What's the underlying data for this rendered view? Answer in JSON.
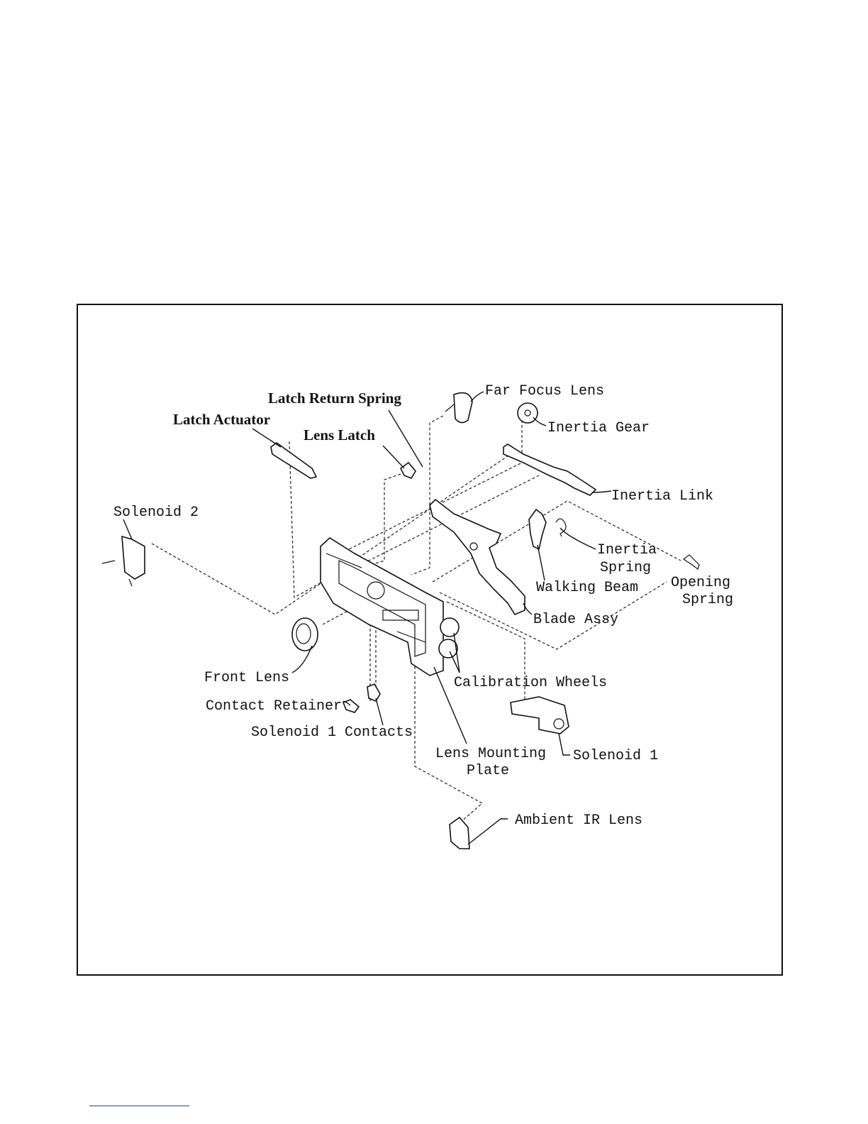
{
  "labels": {
    "latch_return_spring": "Latch Return Spring",
    "far_focus_lens": "Far Focus Lens",
    "latch_actuator": "Latch Actuator",
    "lens_latch": "Lens Latch",
    "inertia_gear": "Inertia Gear",
    "inertia_link": "Inertia Link",
    "solenoid_2": "Solenoid 2",
    "inertia_spring_line1": "Inertia",
    "inertia_spring_line2": "Spring",
    "walking_beam": "Walking Beam",
    "opening_spring_line1": "Opening",
    "opening_spring_line2": "Spring",
    "blade_assy": "Blade Assy",
    "front_lens": "Front Lens",
    "calibration_wheels": "Calibration Wheels",
    "contact_retainer": "Contact Retainer",
    "solenoid_1_contacts": "Solenoid 1 Contacts",
    "lens_mounting_plate_line1": "Lens Mounting",
    "lens_mounting_plate_line2": "Plate",
    "solenoid_1": "Solenoid 1",
    "ambient_ir_lens": "Ambient IR Lens"
  }
}
